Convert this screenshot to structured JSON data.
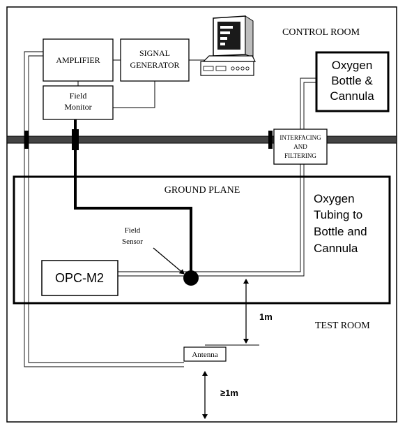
{
  "rooms": {
    "control_room": "CONTROL ROOM",
    "test_room": "TEST ROOM"
  },
  "blocks": {
    "amplifier": "AMPLIFIER",
    "signal_generator": [
      "SIGNAL",
      "GENERATOR"
    ],
    "field_monitor": [
      "Field",
      "Monitor"
    ],
    "interfacing": [
      "INTERFACING",
      "AND",
      "FILTERING"
    ],
    "oxygen_bottle": [
      "Oxygen",
      "Bottle &",
      "Cannula"
    ],
    "opc_m2": "OPC-M2",
    "antenna": "Antenna"
  },
  "ground_plane": {
    "title": "GROUND PLANE",
    "oxygen_tubing": [
      "Oxygen",
      "Tubing to",
      "Bottle and",
      "Cannula"
    ]
  },
  "field_sensor": [
    "Field",
    "Sensor"
  ],
  "dimensions": {
    "antenna_to_plane": "1m",
    "antenna_to_floor": "≥1m"
  },
  "colors": {
    "line": "#000000",
    "wall_fill": "#444444",
    "background": "#ffffff"
  },
  "icons": {
    "computer": "computer-terminal-icon"
  }
}
